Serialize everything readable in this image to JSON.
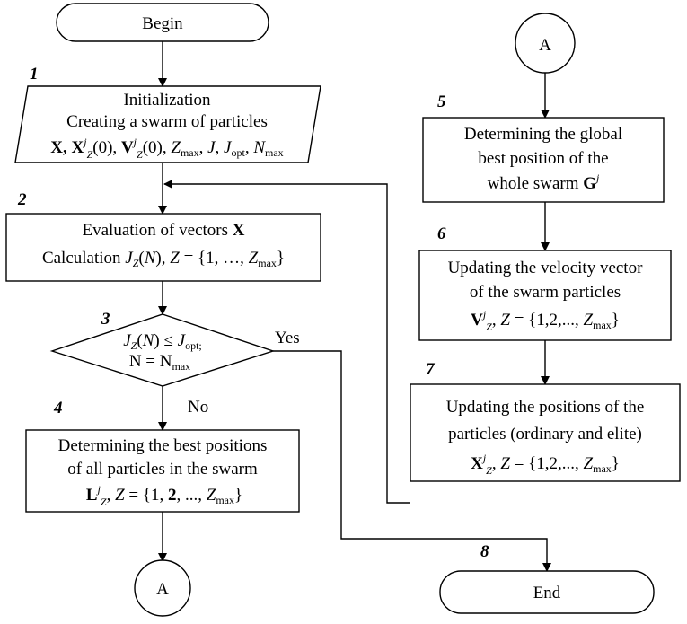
{
  "terminals": {
    "begin": "Begin",
    "end": "End",
    "connector_left": "A",
    "connector_top": "A"
  },
  "step_numbers": [
    "1",
    "2",
    "3",
    "4",
    "5",
    "6",
    "7",
    "8"
  ],
  "steps": {
    "s1": {
      "line1": "Initialization",
      "line2": "Creating a swarm of particles"
    },
    "s2": {
      "line1_text": "Evaluation of vectors",
      "line1_var": "X",
      "line2_prefix": "Calculation"
    },
    "s3": {
      "condition_line2": "N = N"
    },
    "s4": {
      "line1": "Determining the best positions",
      "line2": "of all particles in the swarm"
    },
    "s5": {
      "line1": "Determining the global",
      "line2": "best position of the",
      "line3": "whole swarm"
    },
    "s6": {
      "line1": "Updating the velocity vector",
      "line2": "of the swarm particles"
    },
    "s7": {
      "line1": "Updating the positions of the",
      "line2": "particles (ordinary and elite)"
    }
  },
  "branch_labels": {
    "yes": "Yes",
    "no": "No"
  }
}
